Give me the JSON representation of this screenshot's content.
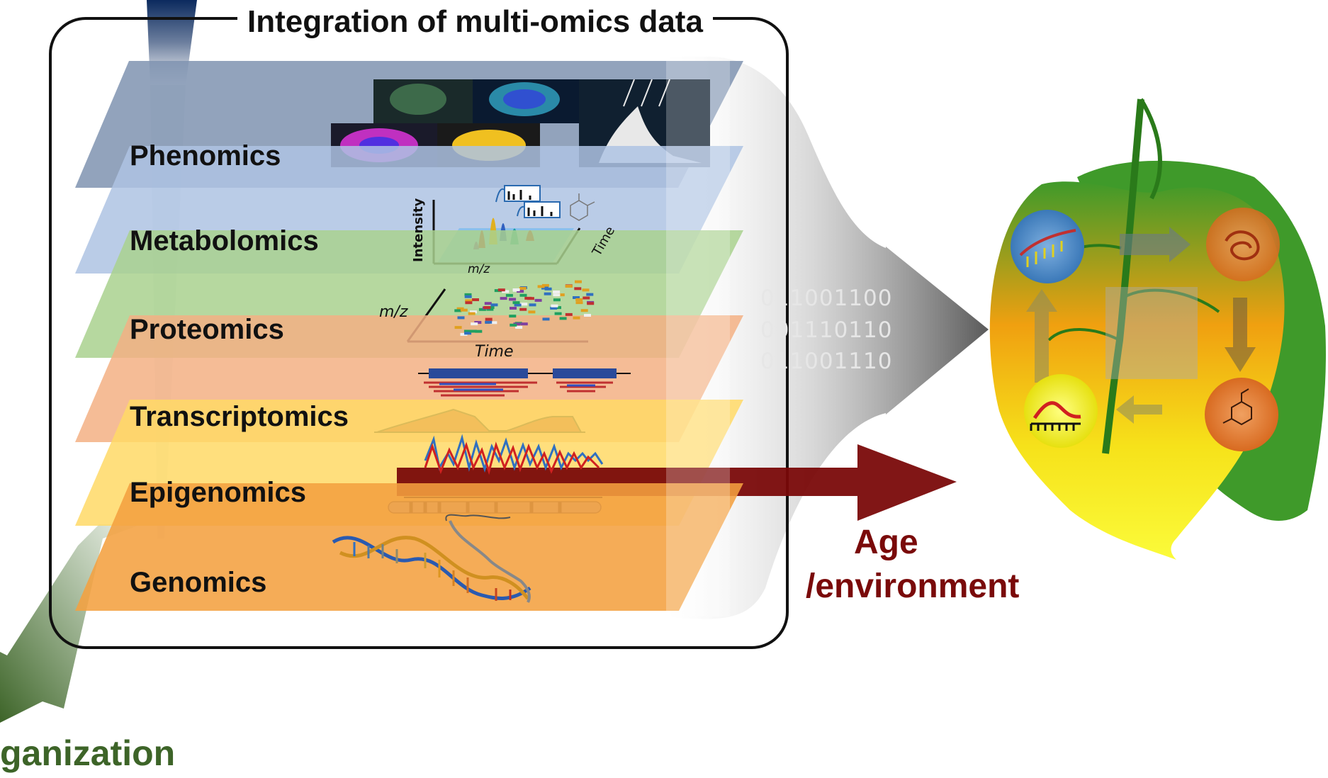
{
  "title": "Integration of multi-omics data",
  "layers": [
    {
      "label": "Phenomics",
      "color": "#7f93b0"
    },
    {
      "label": "Metabolomics",
      "color": "#aec3e3"
    },
    {
      "label": "Proteomics",
      "color": "#a9d18e"
    },
    {
      "label": "Transcriptomics",
      "color": "#f3b084"
    },
    {
      "label": "Epigenomics",
      "color": "#ffd966"
    },
    {
      "label": "Genomics",
      "color": "#f4a040"
    }
  ],
  "metabolomics_axes": {
    "y": "Intensity",
    "x": "m/z",
    "z": "Time"
  },
  "proteomics_axes": {
    "y": "m/z",
    "x": "Time"
  },
  "binary": [
    "011001100",
    "001110110",
    "011001110"
  ],
  "age_label": "Age",
  "environment_label": "/environment",
  "organization_label": "ganization",
  "colors": {
    "age_arrow": "#7a0a0a",
    "organization_arrow": "#4f7a3a",
    "dark_blue_arrow": "#0b2a5e"
  }
}
